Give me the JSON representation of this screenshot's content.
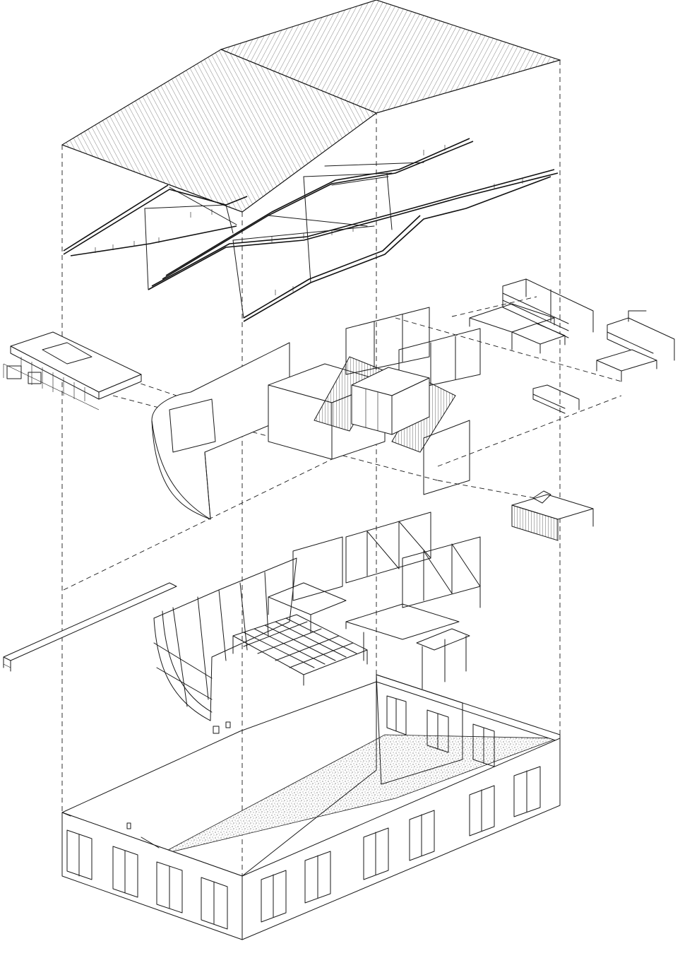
{
  "drawing": {
    "type": "exploded-axonometric",
    "line_color": "#1a1a1a",
    "background": "#ffffff",
    "layers": [
      {
        "id": "roof",
        "icon": "corrugated-roof"
      },
      {
        "id": "roof-structure",
        "icon": "steel-truss"
      },
      {
        "id": "furniture-and-enclosure",
        "icon": "furniture"
      },
      {
        "id": "timber-frame",
        "icon": "frame"
      },
      {
        "id": "existing-building-shell",
        "icon": "building-shell"
      }
    ]
  }
}
